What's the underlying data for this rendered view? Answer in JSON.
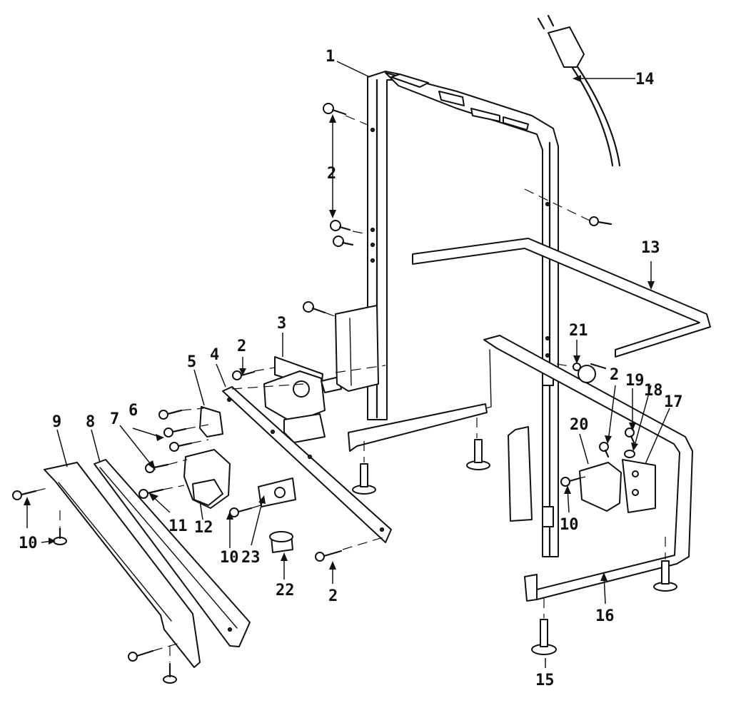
{
  "parts": [
    {
      "id": "p1",
      "label": "1"
    },
    {
      "id": "p2a",
      "label": "2"
    },
    {
      "id": "p2b",
      "label": "2"
    },
    {
      "id": "p2c",
      "label": "2"
    },
    {
      "id": "p2d",
      "label": "2"
    },
    {
      "id": "p3",
      "label": "3"
    },
    {
      "id": "p4",
      "label": "4"
    },
    {
      "id": "p5",
      "label": "5"
    },
    {
      "id": "p6",
      "label": "6"
    },
    {
      "id": "p7",
      "label": "7"
    },
    {
      "id": "p8",
      "label": "8"
    },
    {
      "id": "p9",
      "label": "9"
    },
    {
      "id": "p10a",
      "label": "10"
    },
    {
      "id": "p10b",
      "label": "10"
    },
    {
      "id": "p10c",
      "label": "10"
    },
    {
      "id": "p11",
      "label": "11"
    },
    {
      "id": "p12",
      "label": "12"
    },
    {
      "id": "p13",
      "label": "13"
    },
    {
      "id": "p14",
      "label": "14"
    },
    {
      "id": "p15",
      "label": "15"
    },
    {
      "id": "p16",
      "label": "16"
    },
    {
      "id": "p17",
      "label": "17"
    },
    {
      "id": "p18",
      "label": "18"
    },
    {
      "id": "p19",
      "label": "19"
    },
    {
      "id": "p20",
      "label": "20"
    },
    {
      "id": "p21",
      "label": "21"
    },
    {
      "id": "p22",
      "label": "22"
    },
    {
      "id": "p23",
      "label": "23"
    }
  ]
}
